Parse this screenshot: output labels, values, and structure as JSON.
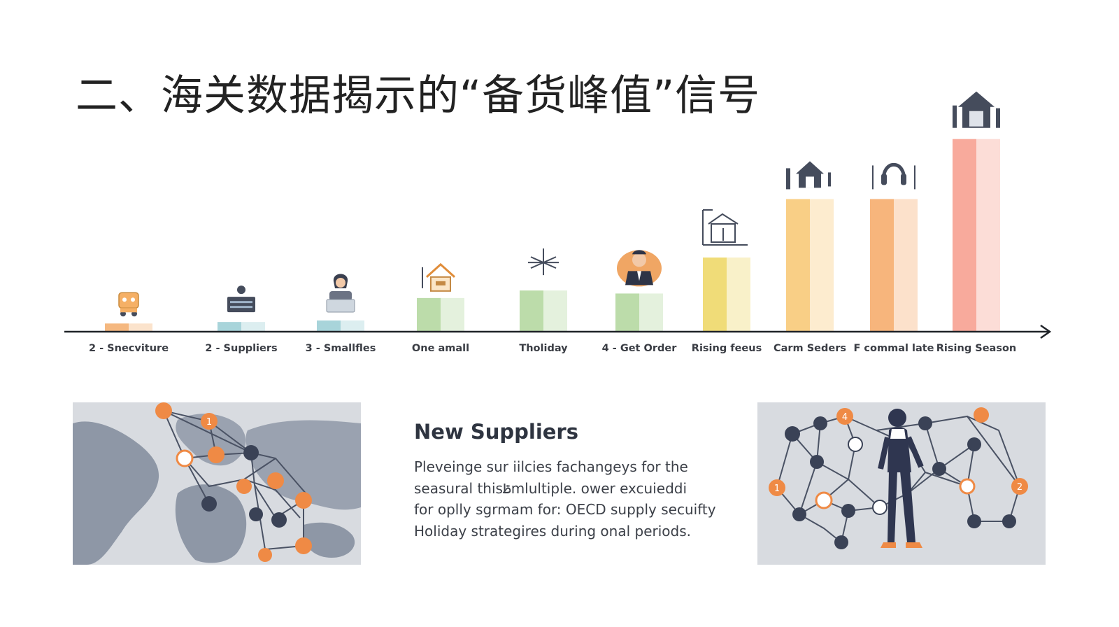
{
  "title": "二、海关数据揭示的“备货峰值”信号",
  "chart_data": {
    "type": "bar",
    "categories": [
      "2 - Snecviture",
      "2 - Suppliers",
      "3 - Smallfles",
      "One amall",
      "Tholiday",
      "4 - Get Order",
      "Rising feeus",
      "Carm Seders",
      "F commal late",
      "Rising Season"
    ],
    "values": [
      5,
      6,
      7,
      22,
      27,
      25,
      49,
      88,
      88,
      128
    ],
    "ylim": [
      0,
      140
    ],
    "grid": false,
    "bar_colors": [
      "#f5b880",
      "#a8d4da",
      "#a8d4da",
      "#bcdcaa",
      "#bcdcaa",
      "#bcdcaa",
      "#f0dc78",
      "#f9cf86",
      "#f7b57c",
      "#f8aa9c"
    ],
    "bar_icons": [
      "robot-icon",
      "server-person-icon",
      "laptop-person-icon",
      "house-icon",
      "sparkle-icon",
      "businessman-icon",
      "building-icon",
      "house-tools-icon",
      "headset-icon",
      "warehouse-tools-icon"
    ]
  },
  "info": {
    "heading": "New Suppliers",
    "lines": [
      "Pleveinge sur iilcies fachangeys for the",
      "seasural thisࢣmlultiple. ower excuieddі",
      "for oplly sgrmam for: OECD supply secuifty",
      "Holiday strategires during onal periods."
    ]
  },
  "map_panel": {
    "markers": [
      "1"
    ],
    "icon": "world-map-icon"
  },
  "network_panel": {
    "markers": [
      "4",
      "1",
      "2"
    ],
    "icon": "network-people-icon"
  },
  "colors": {
    "axis": "#1f2328",
    "panel_bg": "#d8dbe0",
    "land": "#8e97a6",
    "node_orange": "#ef8a45",
    "node_dark": "#3a4256",
    "line": "#4a5264"
  }
}
